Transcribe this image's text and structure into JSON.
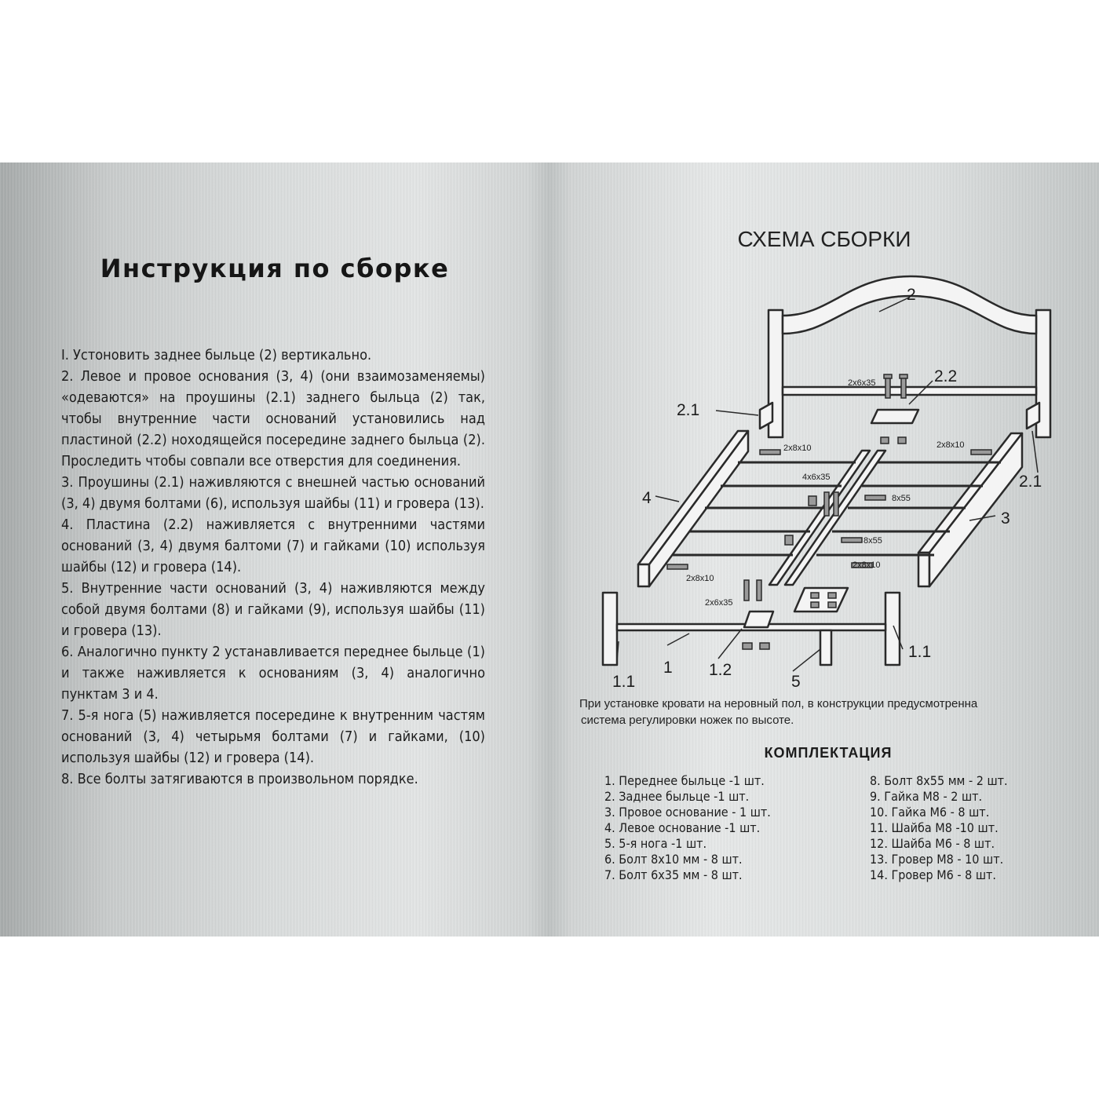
{
  "left_page": {
    "title": "Инструкция по сборке",
    "steps": [
      "I. Устоновить заднее быльце (2) вертикально.",
      "2. Левое и провое основания (3, 4) (они взаимозаменяемы) «одеваются» на проушины (2.1) заднего быльца (2) так, чтобы внутренние части оснований установились над пластиной (2.2) ноходящейся посередине заднего быльца (2). Проследить чтобы совпали все отверстия для соединения.",
      "3. Проушины (2.1) наживляются с внешней частью оснований (3, 4) двумя болтами (6), используя шайбы (11) и гровера (13).",
      "4. Пластина (2.2) наживляется с внутренними частями оснований (3, 4) двумя балтоми (7) и гайками (10) используя шайбы (12) и гровера (14).",
      "5. Внутренние части оснований (3, 4) наживляются между собой двумя болтами (8) и гайками (9), используя шайбы (11) и гровера (13).",
      "6. Аналогично пункту 2 устанавливается переднее быльце (1) и также наживляется к основаниям (3, 4) аналогично пунктам 3 и 4.",
      "7. 5-я нога (5) наживляется посередине к внутренним частям оснований (3, 4) четырьмя болтами (7) и гайками, (10) используя шайбы (12) и гровера (14).",
      "8. Все болты затягиваются в произвольном порядке."
    ]
  },
  "right_page": {
    "schema_title": "СХЕМА СБОРКИ",
    "diagram_labels": {
      "headboard": "2",
      "plate_back": "2.2",
      "bracket_left_back": "2.1",
      "bracket_right_back": "2.1",
      "rail_left": "4",
      "rail_right": "3",
      "footboard": "1",
      "bracket_left_front": "1.1",
      "bracket_right_front": "1.1",
      "plate_front": "1.2",
      "leg": "5"
    },
    "fastener_labels": {
      "back_plate_bolts": "2x6x35",
      "left_back_bolts": "2x8x10",
      "right_back_bolts": "2x8x10",
      "center_bolts": "4x6x35",
      "center_bolt_upper": "8x55",
      "center_bolt_lower": "8x55",
      "right_front_bolts": "2x8x10",
      "left_front_bolts": "2x8x10",
      "front_plate_bolts": "2x6x35"
    },
    "note": [
      "При установке кровати на неровный пол, в конструкции предусмотренна",
      "система регулировки ножек по высоте."
    ],
    "kit_title": "КОМПЛЕКТАЦИЯ",
    "kit_left": [
      "1. Переднее быльце -1 шт.",
      "2. Заднее быльце -1 шт.",
      "3. Провое основание - 1 шт.",
      "4. Левое основание -1 шт.",
      "5. 5-я нога -1 шт.",
      "6. Болт 8х10 мм - 8 шт.",
      "7. Болт 6х35 мм - 8 шт."
    ],
    "kit_right": [
      "8. Болт 8х55 мм - 2 шт.",
      "9. Гайка М8 - 2 шт.",
      "10. Гайка М6 - 8 шт.",
      "11. Шайба М8 -10 шт.",
      "12. Шайба М6 - 8 шт.",
      "13. Гровер М8 - 10 шт.",
      "14. Гровер М6 - 8 шт."
    ]
  }
}
